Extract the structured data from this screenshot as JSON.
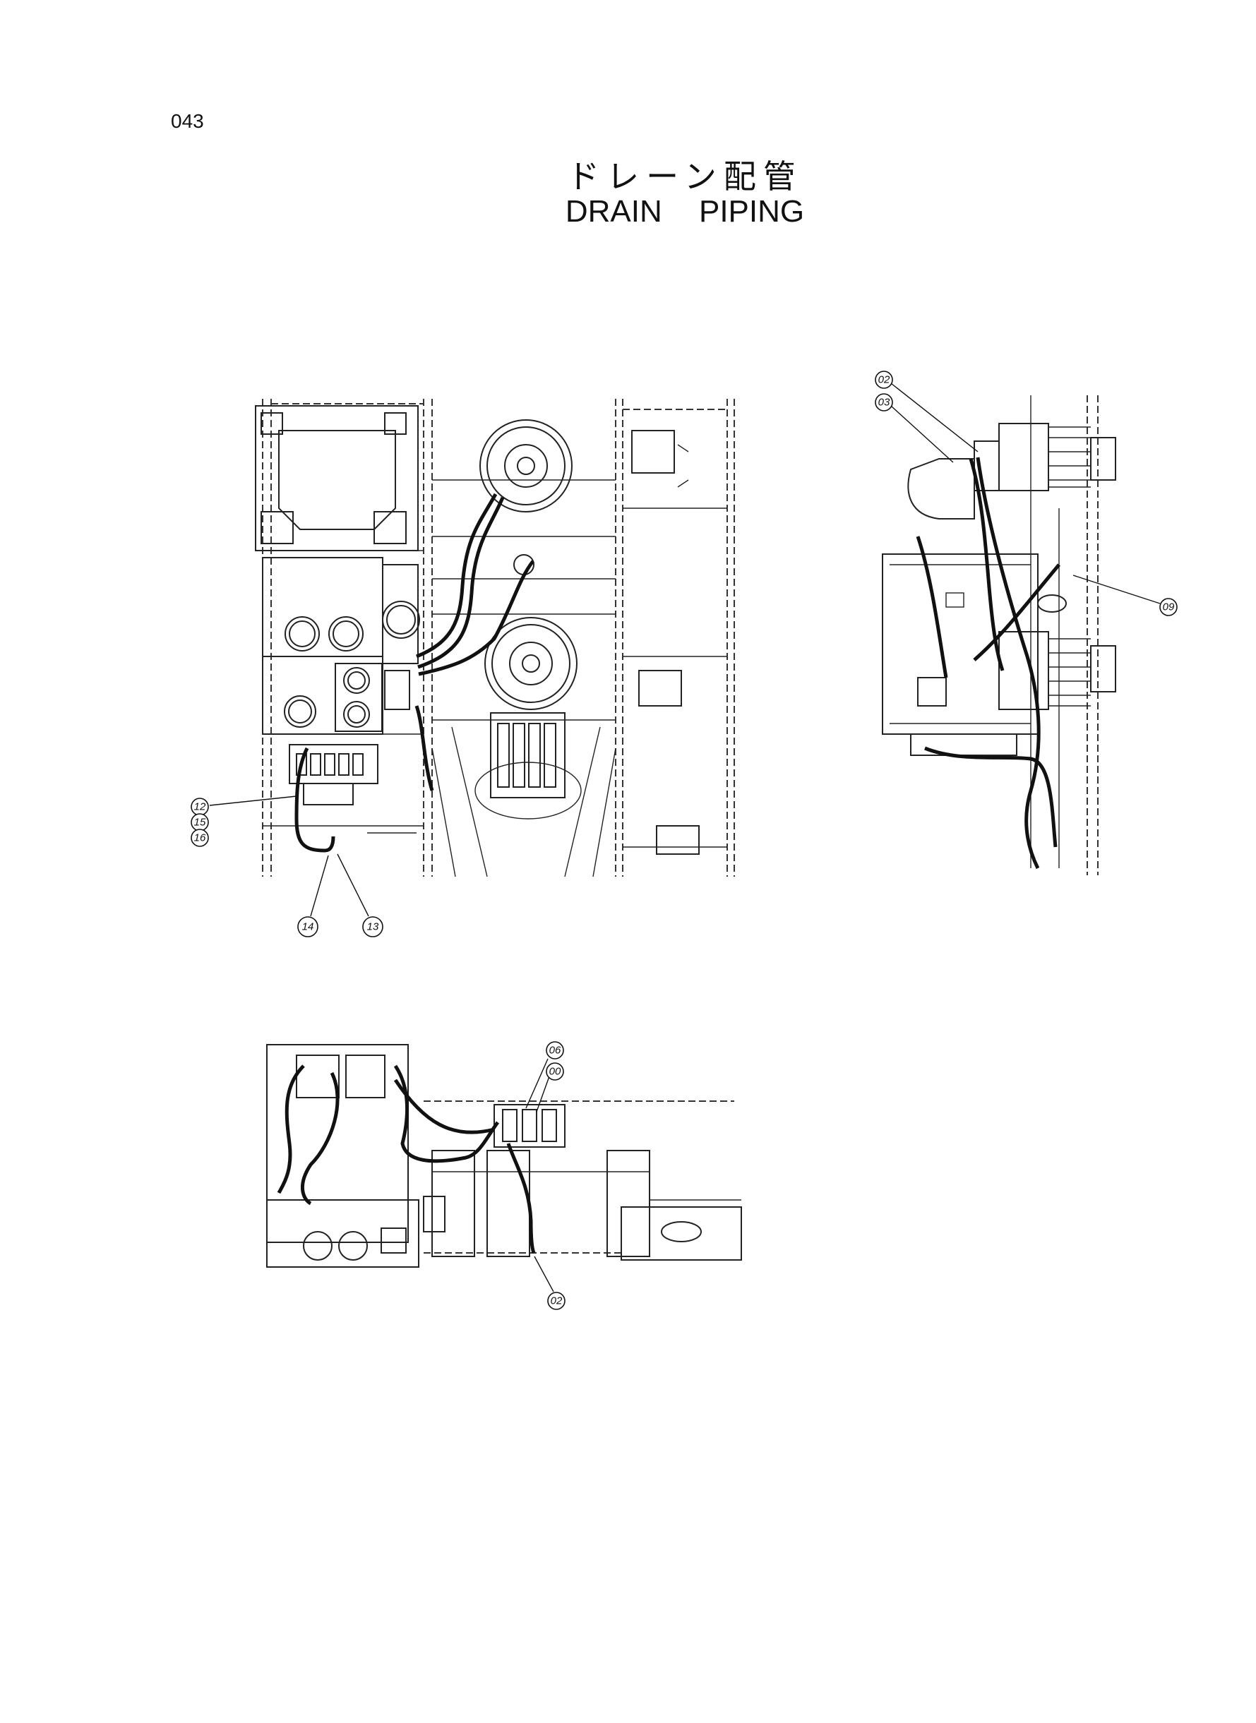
{
  "header": {
    "page_number": "043",
    "title_japanese": "ドレーン配管",
    "title_english": "DRAIN   PIPING"
  },
  "callouts": {
    "top_view": [
      "12",
      "15",
      "16",
      "14",
      "13"
    ],
    "side_view": [
      "02",
      "03",
      "09"
    ],
    "rear_view": [
      "06",
      "00",
      "02"
    ]
  }
}
